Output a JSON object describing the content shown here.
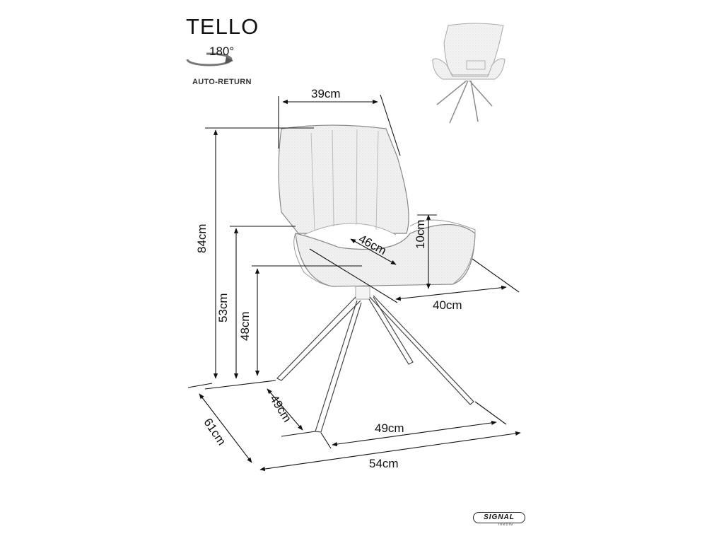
{
  "product": {
    "name": "TELLO",
    "rotation_degrees": "180°",
    "rotation_label": "AUTO-RETURN"
  },
  "dimensions": {
    "back_width": "39cm",
    "total_height": "84cm",
    "armrest_height": "53cm",
    "seat_height": "48cm",
    "armrest_to_seat": "10cm",
    "seat_depth": "46cm",
    "seat_width": "40cm",
    "base_depth": "49cm",
    "base_width": "49cm",
    "overall_depth": "61cm",
    "overall_width": "54cm"
  },
  "brand": {
    "name": "SIGNAL",
    "sub": "meble"
  }
}
